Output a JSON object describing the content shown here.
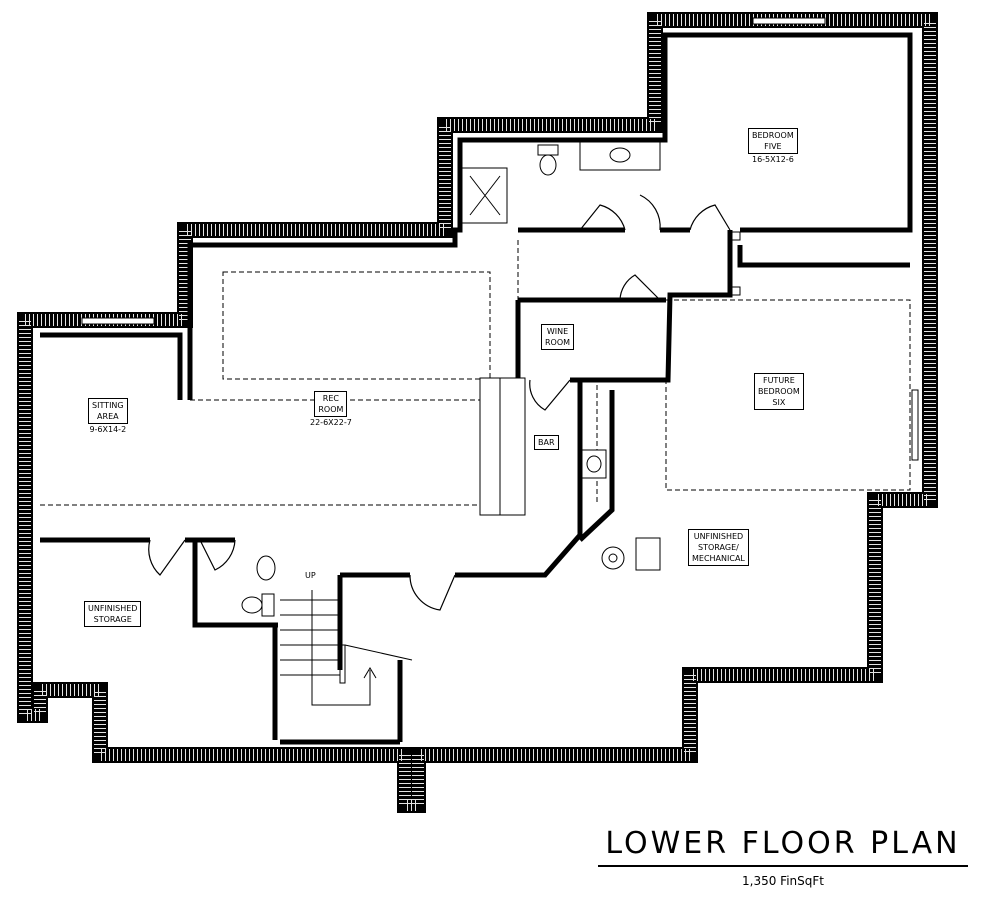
{
  "plan": {
    "title": "LOWER FLOOR PLAN",
    "subtitle": "1,350 FinSqFt",
    "rooms": [
      {
        "name": "BEDROOM FIVE",
        "line1": "BEDROOM",
        "line2": "FIVE",
        "dims": "16-5X12-6"
      },
      {
        "name": "WINE ROOM",
        "line1": "WINE",
        "line2": "ROOM",
        "dims": ""
      },
      {
        "name": "SITTING AREA",
        "line1": "SITTING",
        "line2": "AREA",
        "dims": "9-6X14-2"
      },
      {
        "name": "REC ROOM",
        "line1": "REC",
        "line2": "ROOM",
        "dims": "22-6X22-7"
      },
      {
        "name": "BAR",
        "line1": "BAR",
        "line2": "",
        "dims": ""
      },
      {
        "name": "FUTURE BEDROOM SIX",
        "line1": "FUTURE",
        "line2": "BEDROOM",
        "line3": "SIX",
        "dims": ""
      },
      {
        "name": "UNFINISHED STORAGE/MECHANICAL",
        "line1": "UNFINISHED",
        "line2": "STORAGE/",
        "line3": "MECHANICAL",
        "dims": ""
      },
      {
        "name": "UNFINISHED STORAGE",
        "line1": "UNFINISHED",
        "line2": "STORAGE",
        "dims": ""
      }
    ],
    "stair_label": "UP",
    "colors": {
      "wall": "#000000",
      "foundation": "#d9d9d9",
      "interior_wall": "#888888"
    }
  }
}
